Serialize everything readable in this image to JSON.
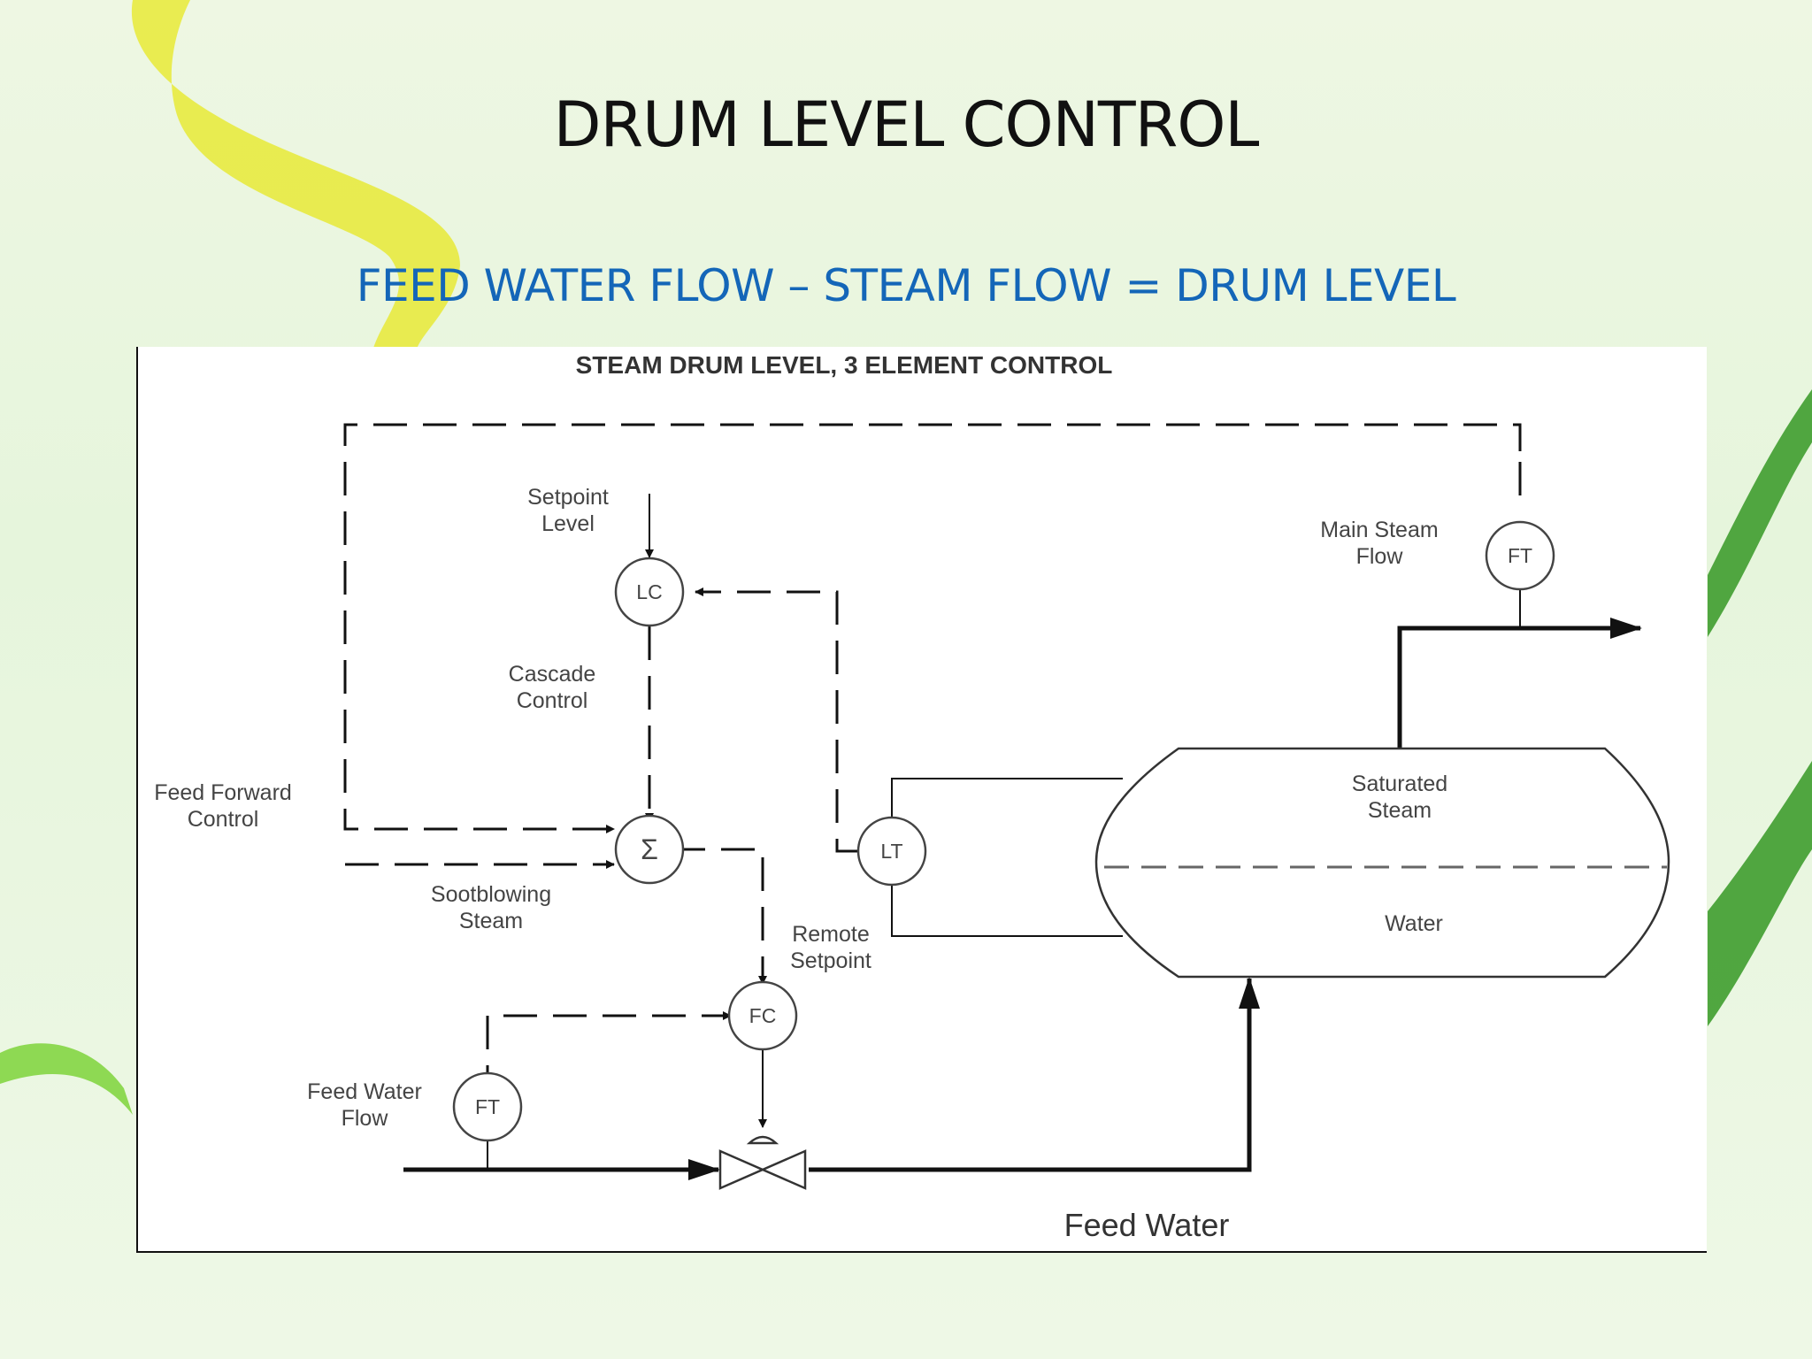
{
  "slide": {
    "title": "DRUM LEVEL CONTROL",
    "subtitle": "FEED WATER FLOW – STEAM FLOW = DRUM LEVEL"
  },
  "diagram": {
    "title": "STEAM DRUM LEVEL, 3 ELEMENT CONTROL",
    "instruments": {
      "lc": "LC",
      "sum": "Σ",
      "fc": "FC",
      "lt": "LT",
      "ft_steam": "FT",
      "ft_feed": "FT"
    },
    "labels": {
      "setpoint_level": [
        "Setpoint",
        "Level"
      ],
      "cascade_control": [
        "Cascade",
        "Control"
      ],
      "feed_forward": [
        "Feed Forward",
        "Control"
      ],
      "sootblowing": [
        "Sootblowing",
        "Steam"
      ],
      "remote_setpoint": [
        "Remote",
        "Setpoint"
      ],
      "main_steam_flow": [
        "Main Steam",
        "Flow"
      ],
      "saturated_steam": [
        "Saturated",
        "Steam"
      ],
      "water": "Water",
      "feed_water_flow": [
        "Feed Water",
        "Flow"
      ],
      "feed_water": "Feed Water"
    },
    "colors": {
      "line": "#111111",
      "text": "#444444",
      "panel": "#ffffff",
      "subtitle": "#1466b8"
    }
  }
}
